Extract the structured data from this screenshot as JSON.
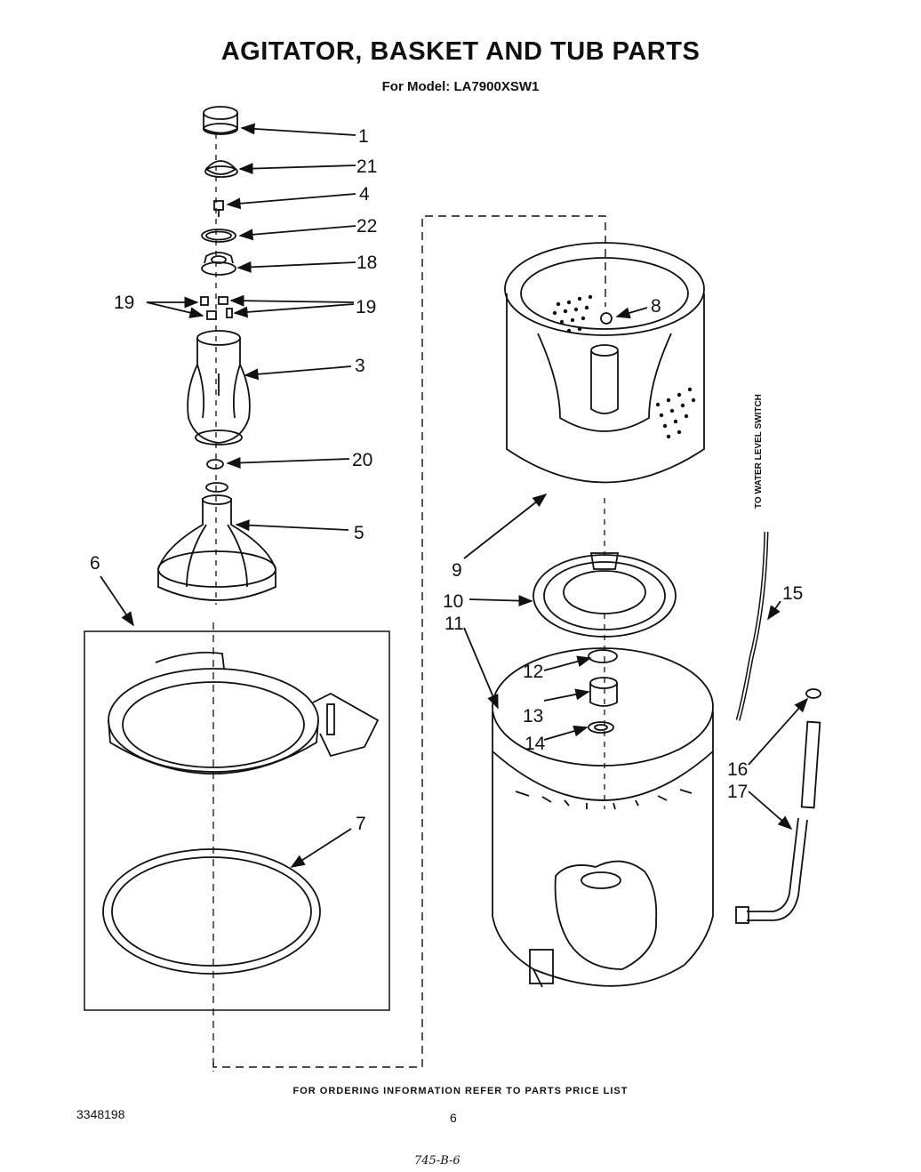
{
  "title": "AGITATOR, BASKET AND TUB PARTS",
  "subtitle": "For Model: LA7900XSW1",
  "side_note": "TO WATER LEVEL SWITCH",
  "parts": {
    "p1": "1",
    "p21": "21",
    "p4": "4",
    "p22": "22",
    "p18": "18",
    "p19_left": "19",
    "p19_right": "19",
    "p3": "3",
    "p20": "20",
    "p5": "5",
    "p6": "6",
    "p7": "7",
    "p8": "8",
    "p9": "9",
    "p10": "10",
    "p11": "11",
    "p12": "12",
    "p13": "13",
    "p14": "14",
    "p15": "15",
    "p16": "16",
    "p17": "17"
  },
  "footer": "FOR ORDERING INFORMATION REFER TO PARTS PRICE LIST",
  "doc_number": "3348198",
  "page_number": "6",
  "handwritten_note": "745-B-6"
}
